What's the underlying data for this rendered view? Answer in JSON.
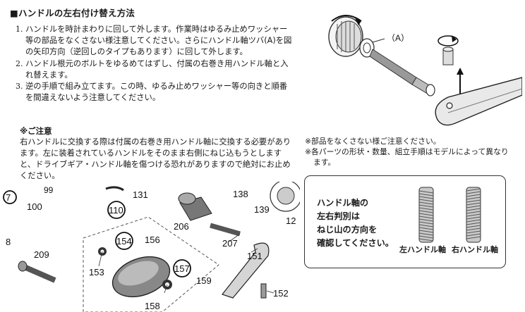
{
  "title": "■ハンドルの左右付け替え方法",
  "steps": [
    {
      "num": "1.",
      "text": "ハンドルを時計まわりに回して外します。作業時はゆるみ止めワッシャー等の部品をなくさない様注意してください。さらにハンドル軸ツバ(A)を図の矢印方向（逆回しのタイプもあります）に回して外します。"
    },
    {
      "num": "2.",
      "text": "ハンドル根元のボルトをゆるめてはずし、付属の右巻き用ハンドル軸と入れ替えます。"
    },
    {
      "num": "3.",
      "text": "逆の手順で組み立てます。この時、ゆるみ止めワッシャー等の向きと順番を間違えないよう注意してください。"
    }
  ],
  "top_diagram": {
    "label_a": "（A）"
  },
  "caution": {
    "title": "※ご注意",
    "body": "右ハンドルに交換する際は付属の右巻き用ハンドル軸に交換する必要があります。左に装着されているハンドルをそのまま右側にねじ込もうとしますと、ドライブギア・ハンドル軸を傷つける恐れがありますので絶対にお止めください。"
  },
  "side_notes": [
    "※部品をなくさない様ご注意ください。",
    "※各パーツの形状・数量、組立手順はモデルによって異なります。"
  ],
  "handle_box": {
    "lines": [
      "ハンドル軸の",
      "左右判別は",
      "ねじ山の方向を",
      "確認してください。"
    ],
    "left_label": "左ハンドル軸",
    "right_label": "右ハンドル軸"
  },
  "parts": {
    "p99": "99",
    "p100": "100",
    "p131": "131",
    "p110": "110",
    "p138": "138",
    "p139": "139",
    "p12": "12",
    "p8": "8",
    "p206": "206",
    "p207": "207",
    "p209": "209",
    "p154": "154",
    "p156": "156",
    "p153": "153",
    "p157": "157",
    "p151": "151",
    "p159": "159",
    "p152": "152",
    "p158": "158",
    "p7": "7"
  }
}
